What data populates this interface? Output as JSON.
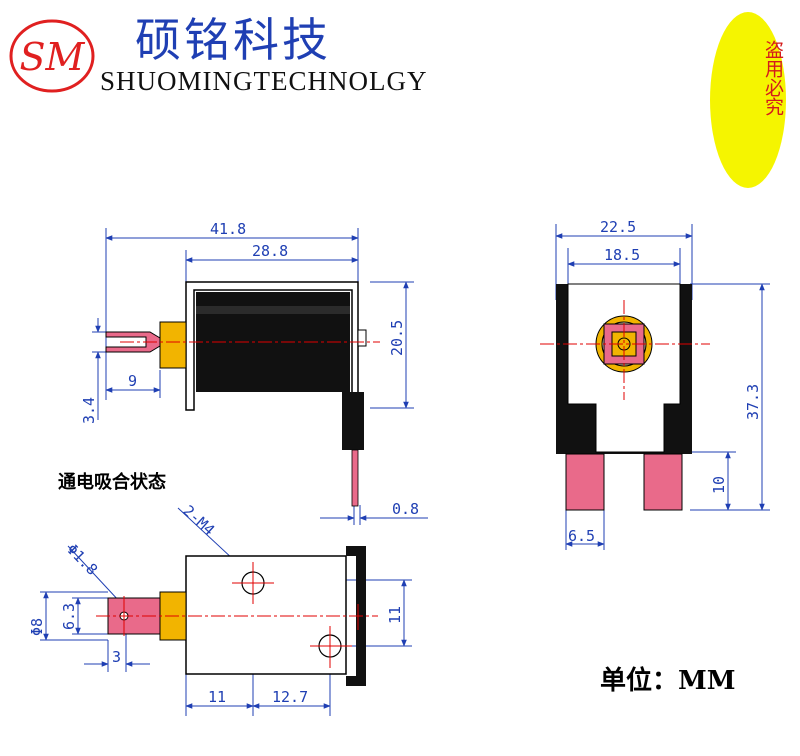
{
  "brand": {
    "logo_text": "SM",
    "name_cn": "硕铭科技",
    "name_en": "SHUOMINGTECHNOLGY"
  },
  "badge": {
    "text": "盗用必究"
  },
  "state_title": "通电吸合状态",
  "unit_label": "单位：MM",
  "dims": {
    "overall_length": "41.8",
    "body_length": "28.8",
    "height_side": "20.5",
    "plunger_9": "9",
    "plunger_3_4": "3.4",
    "pin_0_8": "0.8",
    "front_width": "22.5",
    "front_inner": "18.5",
    "front_height": "37.3",
    "terminal_10": "10",
    "terminal_6_5": "6.5",
    "hole_2_m4": "2-M4",
    "diam_1_8": "Φ1.8",
    "diam_8": "Φ8",
    "dim_6_3": "6.3",
    "dim_3": "3",
    "dim_11_h": "11",
    "dim_12_7": "12.7",
    "dim_11_v": "11"
  },
  "colors": {
    "brand_blue": "#1f3fb3",
    "logo_red": "#e02020",
    "badge_yellow": "#f5f500",
    "badge_red": "#d41b1b",
    "dim_blue": "#1f3fb3",
    "plunger_orange": "#f2b400",
    "terminal_pink": "#e96a8a",
    "centerline_red": "#e00000"
  }
}
